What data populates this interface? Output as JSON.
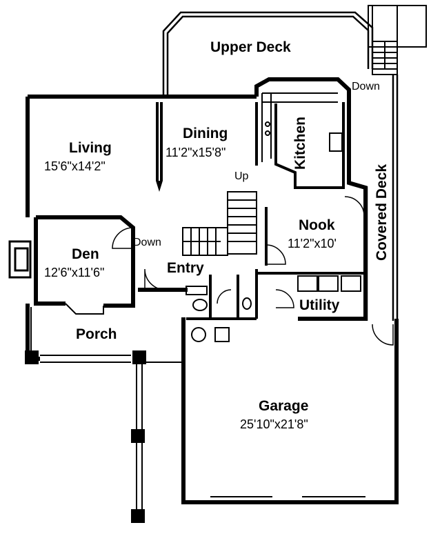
{
  "rooms": {
    "upper_deck": "Upper Deck",
    "living": {
      "name": "Living",
      "size": "15'6\"x14'2\""
    },
    "dining": {
      "name": "Dining",
      "size": "11'2\"x15'8\""
    },
    "kitchen": "Kitchen",
    "covered_deck": "Covered Deck",
    "nook": {
      "name": "Nook",
      "size": "11'2\"x10'"
    },
    "den": {
      "name": "Den",
      "size": "12'6\"x11'6\""
    },
    "entry": "Entry",
    "utility": "Utility",
    "porch": "Porch",
    "garage": {
      "name": "Garage",
      "size": "25'10\"x21'8\""
    }
  },
  "stairs": {
    "down_top": "Down",
    "down_left": "Down",
    "up": "Up"
  }
}
